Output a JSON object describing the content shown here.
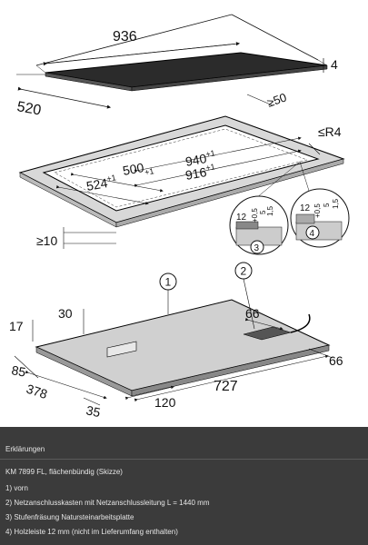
{
  "dimensions": {
    "top_width": "936",
    "top_thickness": "4",
    "top_depth": "520",
    "frame_margin": "≥50",
    "corner_radius": "≤R4",
    "cut_outer_w": "940",
    "cut_outer_w_tol": "+1",
    "cut_inner_w": "916",
    "cut_inner_w_tol": "+1",
    "cut_outer_d": "500",
    "cut_outer_d_tol": "+1",
    "cut_inner_d": "524",
    "cut_inner_d_tol": "+1",
    "edge_min": "≥10",
    "detail_a_w": "12",
    "detail_a_h": "+0,5",
    "detail_a_h2": "5",
    "detail_a_h3": "1,5",
    "detail_b_w": "12",
    "detail_b_h": "+0,5",
    "detail_b_h2": "5",
    "detail_b_h3": "1,5",
    "bottom_30": "30",
    "bottom_17": "17",
    "bottom_66a": "66",
    "bottom_66b": "66",
    "bottom_85": "85",
    "bottom_378": "378",
    "bottom_35": "35",
    "bottom_120": "120",
    "bottom_727": "727"
  },
  "callouts": {
    "c1": "1",
    "c2": "2",
    "c3": "3",
    "c4": "4"
  },
  "legend": {
    "title": "Erklärungen",
    "lines": [
      "KM 7899 FL, flächenbündig (Skizze)",
      "1) vorn",
      "2) Netzanschlusskasten mit Netzanschlussleitung L = 1440 mm",
      "3) Stufenfräsung Natursteinarbeitsplatte",
      "4) Holzleiste 12 mm (nicht im Lieferumfang enthalten)"
    ]
  },
  "colors": {
    "glass": "#2b2b2b",
    "frame": "#d8d8d8",
    "legend_bg": "#3b3b3b"
  }
}
